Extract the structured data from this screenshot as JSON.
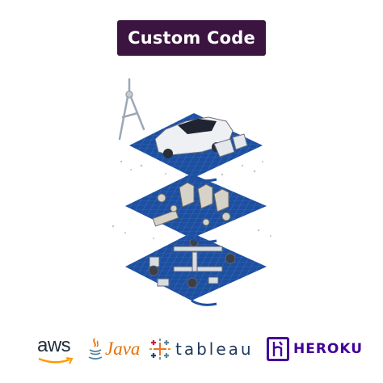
{
  "header": {
    "label": "Custom Code"
  },
  "colors": {
    "badge_bg": "#3b1540",
    "blueprint": "#1d4fa0",
    "grid": "#4a78c4",
    "aws_orange": "#ff9900",
    "java_orange": "#e76f00",
    "java_blue": "#5382a1",
    "heroku_purple": "#430098"
  },
  "illustration": {
    "layers": [
      "car-body-layer",
      "interior-parts-layer",
      "chassis-layer"
    ],
    "tool": "compass-icon"
  },
  "logos": {
    "aws": "aws",
    "java": "Java",
    "tableau": "tableau",
    "heroku": "HEROKU"
  }
}
